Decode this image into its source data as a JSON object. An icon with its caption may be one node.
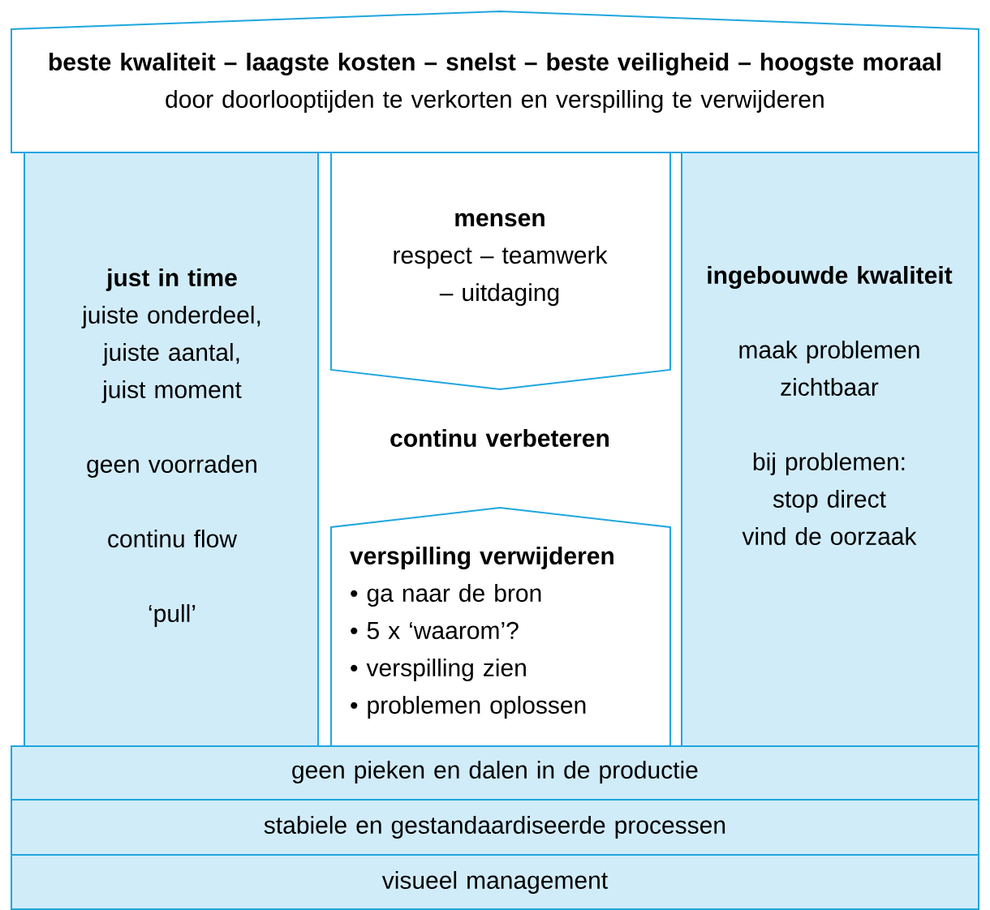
{
  "diagram": {
    "nodes": [
      {
        "text": [
          "beste kwaliteit – laagste kosten – snelst – beste veiligheid – hoogste moraal",
          "door doorlooptijden te verkorten en verspilling te verwijderen"
        ]
      },
      {
        "text": [
          "just in time",
          "juiste onderdeel,",
          "juiste aantal,",
          "juist moment",
          "geen voorraden",
          "continu flow",
          "‘pull’"
        ]
      },
      {
        "text": [
          "continu verbeteren"
        ]
      },
      {
        "text": [
          "mensen",
          "respect – teamwerk – uitdaging"
        ]
      },
      {
        "text": [
          "verspilling verwijderen",
          "• ga naar de bron",
          "• 5 x ‘waarom’?",
          "• verspilling zien",
          "• problemen oplossen"
        ]
      },
      {
        "text": [
          "ingebouwde kwaliteit",
          "maak problemen zichtbaar",
          "bij problemen:",
          "stop direct",
          "vind de oorzaak"
        ]
      },
      {
        "text": [
          "geen pieken en dalen in de productie"
        ]
      },
      {
        "text": [
          "stabiele en gestandaardiseerde processen"
        ]
      },
      {
        "text": [
          "visueel management"
        ]
      }
    ]
  }
}
